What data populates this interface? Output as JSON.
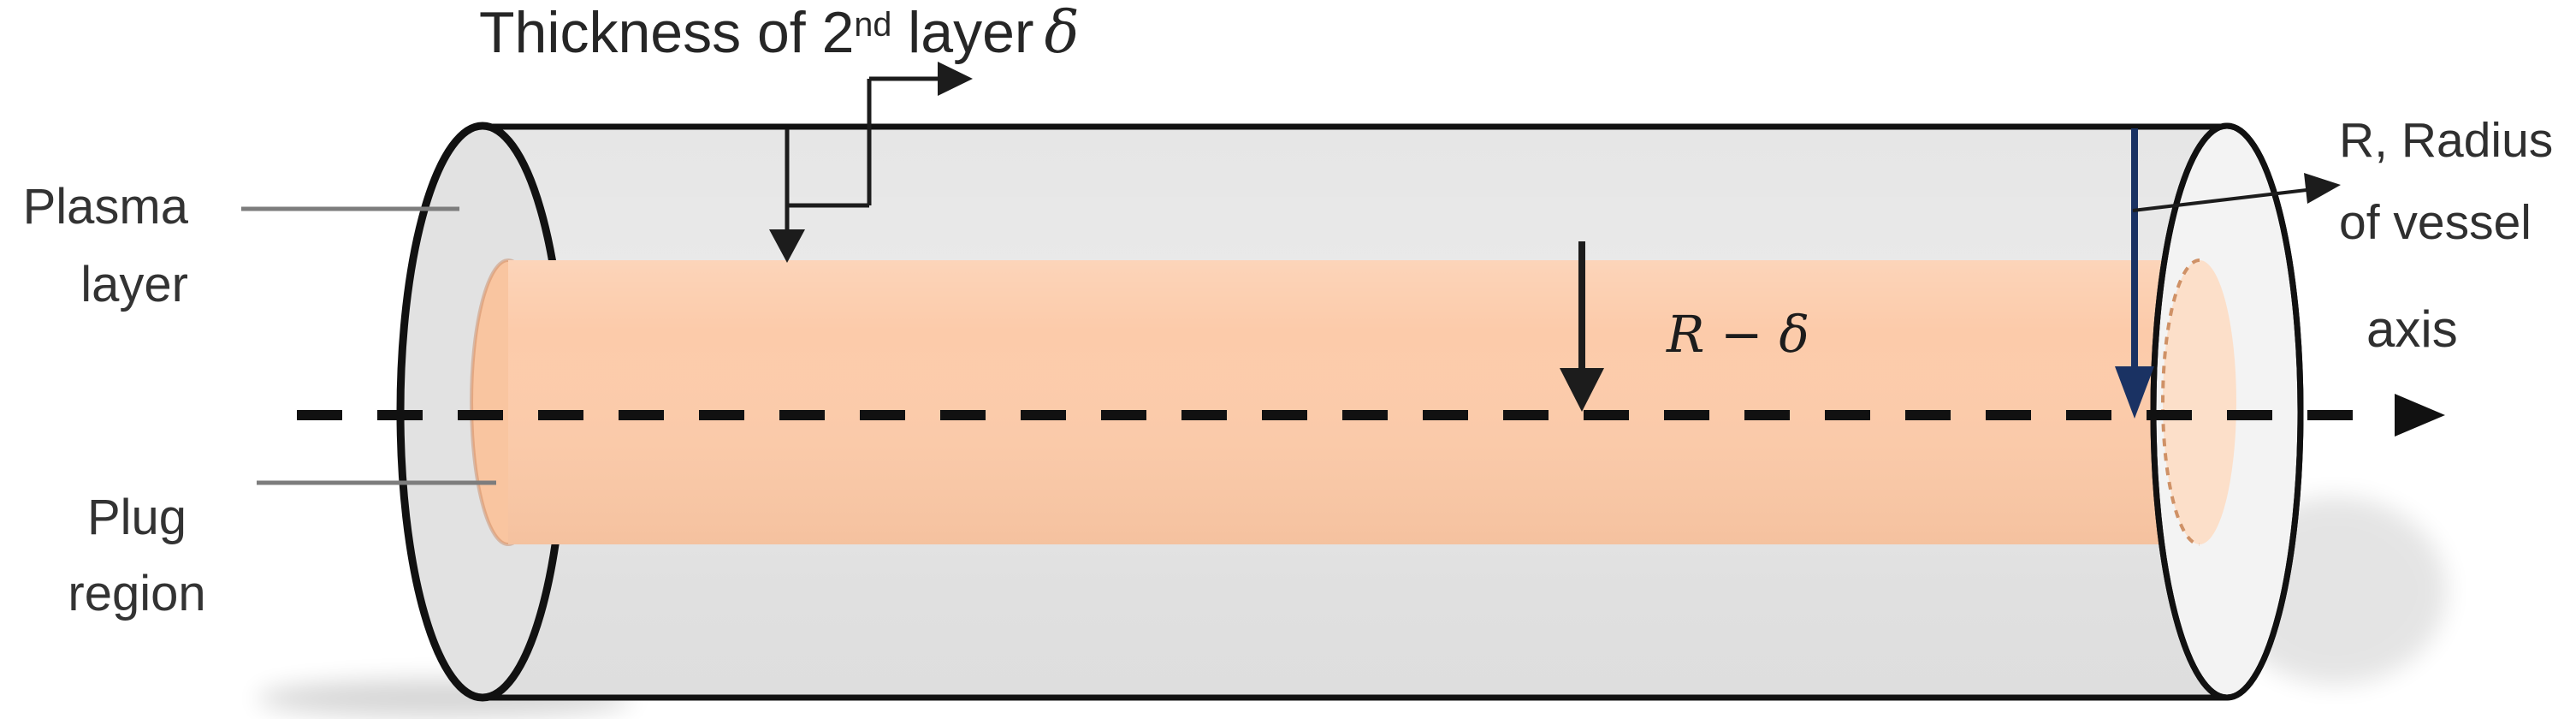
{
  "title": {
    "prefix": "Thickness of 2",
    "superscript": "nd",
    "middle": " layer",
    "symbol": "δ"
  },
  "labels": {
    "plasma": {
      "line1": "Plasma",
      "line2": "layer"
    },
    "plug": {
      "line1": "Plug",
      "line2": "region"
    },
    "radius": {
      "line1": "R, Radius",
      "line2": "of vessel"
    },
    "axis": "axis",
    "r_minus_delta": "R − δ"
  },
  "colors": {
    "vessel_fill": "#e6e6e6",
    "vessel_left_cap": "#e2e2e2",
    "vessel_right_cap": "#f3f3f3",
    "plug_fill": "#fccbaa",
    "plug_left_cap": "#f9c5a0",
    "plug_right_cap": "#fcdfc9",
    "plug_cap_dash": "#cf9166",
    "outline": "#111111",
    "radius_arrow": "#1a3263",
    "leader_line": "#7d7d7d",
    "connector": "#1c1c1c"
  }
}
